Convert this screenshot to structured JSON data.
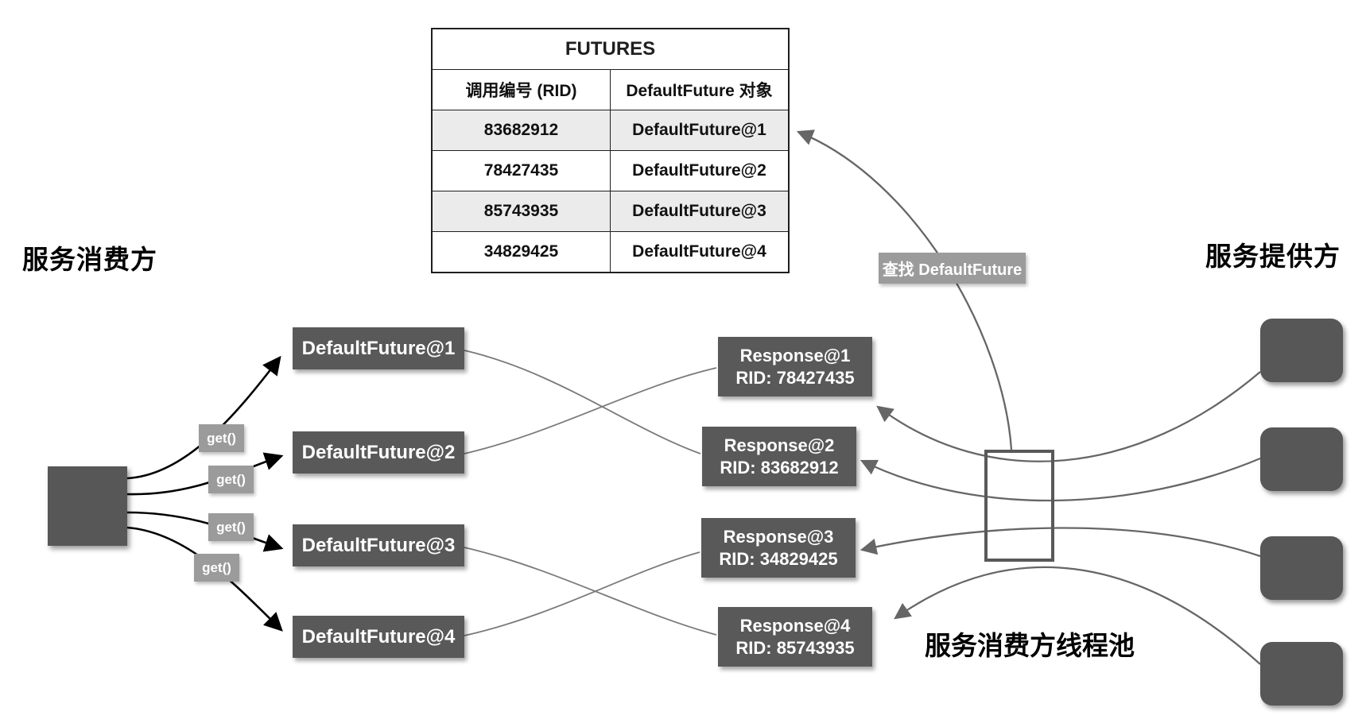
{
  "labels": {
    "consumer_title": "服务消费方",
    "provider_title": "服务提供方",
    "thread_pool": "服务消费方线程池",
    "lookup": "查找 DefaultFuture",
    "get": "get()"
  },
  "futures_table": {
    "title": "FUTURES",
    "columns": [
      "调用编号 (RID)",
      "DefaultFuture 对象"
    ],
    "rows": [
      {
        "rid": "83682912",
        "future": "DefaultFuture@1"
      },
      {
        "rid": "78427435",
        "future": "DefaultFuture@2"
      },
      {
        "rid": "85743935",
        "future": "DefaultFuture@3"
      },
      {
        "rid": "34829425",
        "future": "DefaultFuture@4"
      }
    ]
  },
  "future_boxes": [
    "DefaultFuture@1",
    "DefaultFuture@2",
    "DefaultFuture@3",
    "DefaultFuture@4"
  ],
  "response_boxes": [
    {
      "name": "Response@1",
      "rid": "RID: 78427435"
    },
    {
      "name": "Response@2",
      "rid": "RID: 83682912"
    },
    {
      "name": "Response@3",
      "rid": "RID: 34829425"
    },
    {
      "name": "Response@4",
      "rid": "RID: 85743935"
    }
  ],
  "colors": {
    "node_dark": "#595959",
    "label_gray": "#9b9b9b",
    "table_row_alt": "#ebebeb",
    "connector_gray": "#666666",
    "connector_black": "#000000"
  }
}
